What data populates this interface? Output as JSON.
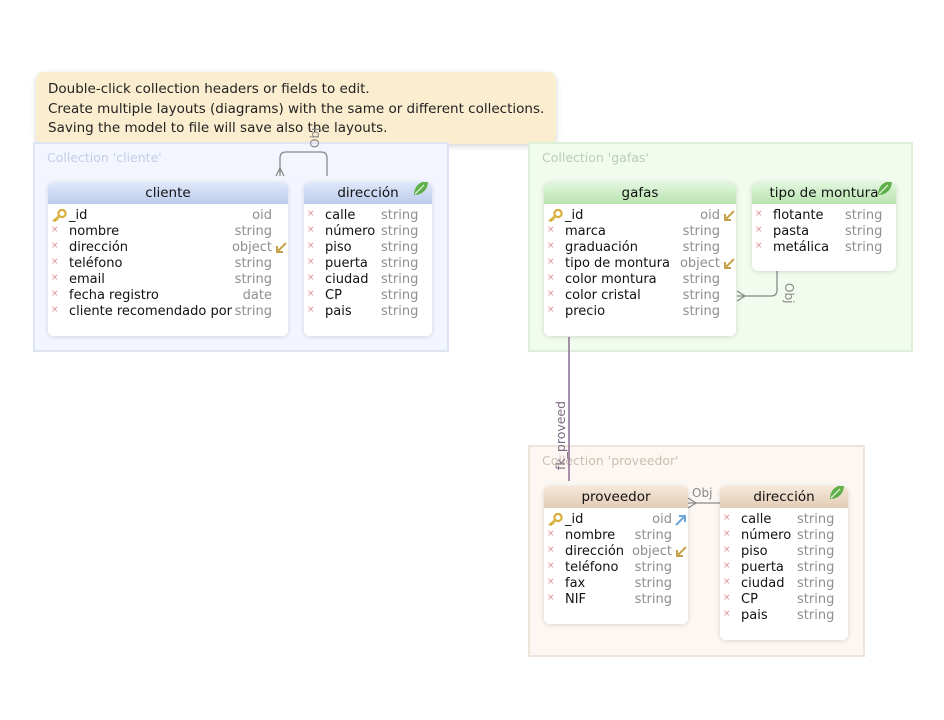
{
  "hint": {
    "lines": [
      "Double-click collection headers or fields to edit.",
      "Create multiple layouts (diagrams) with the same or different collections.",
      "Saving the model to file will save also the layouts."
    ]
  },
  "groups": {
    "cliente": "Collection 'cliente'",
    "gafas": "Collection 'gafas'",
    "proveedor": "Collection 'proveedor'"
  },
  "tables": {
    "cliente": {
      "title": "cliente",
      "fields": [
        {
          "name": "_id",
          "type": "oid"
        },
        {
          "name": "nombre",
          "type": "string"
        },
        {
          "name": "dirección",
          "type": "object"
        },
        {
          "name": "teléfono",
          "type": "string"
        },
        {
          "name": "email",
          "type": "string"
        },
        {
          "name": "fecha registro",
          "type": "date"
        },
        {
          "name": "cliente recomendado por",
          "type": "string"
        }
      ]
    },
    "cliente_direccion": {
      "title": "dirección",
      "fields": [
        {
          "name": "calle",
          "type": "string"
        },
        {
          "name": "número",
          "type": "string"
        },
        {
          "name": "piso",
          "type": "string"
        },
        {
          "name": "puerta",
          "type": "string"
        },
        {
          "name": "ciudad",
          "type": "string"
        },
        {
          "name": "CP",
          "type": "string"
        },
        {
          "name": "pais",
          "type": "string"
        }
      ]
    },
    "gafas": {
      "title": "gafas",
      "fields": [
        {
          "name": "_id",
          "type": "oid"
        },
        {
          "name": "marca",
          "type": "string"
        },
        {
          "name": "graduación",
          "type": "string"
        },
        {
          "name": "tipo de montura",
          "type": "object"
        },
        {
          "name": "color montura",
          "type": "string"
        },
        {
          "name": "color cristal",
          "type": "string"
        },
        {
          "name": "precio",
          "type": "string"
        }
      ]
    },
    "tipo_montura": {
      "title": "tipo de montura",
      "fields": [
        {
          "name": "flotante",
          "type": "string"
        },
        {
          "name": "pasta",
          "type": "string"
        },
        {
          "name": "metálica",
          "type": "string"
        }
      ]
    },
    "proveedor": {
      "title": "proveedor",
      "fields": [
        {
          "name": "_id",
          "type": "oid"
        },
        {
          "name": "nombre",
          "type": "string"
        },
        {
          "name": "dirección",
          "type": "object"
        },
        {
          "name": "teléfono",
          "type": "string"
        },
        {
          "name": "fax",
          "type": "string"
        },
        {
          "name": "NIF",
          "type": "string"
        }
      ]
    },
    "proveedor_direccion": {
      "title": "dirección",
      "fields": [
        {
          "name": "calle",
          "type": "string"
        },
        {
          "name": "número",
          "type": "string"
        },
        {
          "name": "piso",
          "type": "string"
        },
        {
          "name": "puerta",
          "type": "string"
        },
        {
          "name": "ciudad",
          "type": "string"
        },
        {
          "name": "CP",
          "type": "string"
        },
        {
          "name": "pais",
          "type": "string"
        }
      ]
    }
  },
  "relations": {
    "obj_label": "Obj",
    "fk_label": "fk_proveed"
  },
  "colors": {
    "key": "#d6b03a",
    "relation_line": "#8a8a8a",
    "fk_line": "#8c6d95",
    "leaf": "#5fb04a"
  }
}
